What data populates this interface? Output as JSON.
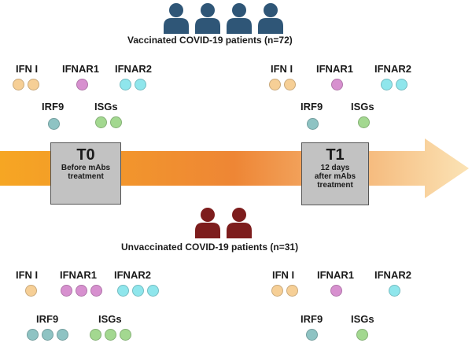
{
  "colors": {
    "vaccinated_icon": "#2f5677",
    "unvaccinated_icon": "#7d1d1d",
    "ifn_i": "#f6cf96",
    "ifnar1": "#d790cf",
    "ifnar2": "#8fe6ec",
    "irf9": "#8ec3c3",
    "isgs": "#a3d890",
    "timepoint_box": "#c2c2c2"
  },
  "vaccinated": {
    "title": "Vaccinated COVID-19 patients (n=72)",
    "icon": "person-icon",
    "icon_count": 4,
    "t0": {
      "ifn_i": {
        "label": "IFN I",
        "count": 2
      },
      "ifnar1": {
        "label": "IFNAR1",
        "count": 1
      },
      "ifnar2": {
        "label": "IFNAR2",
        "count": 2
      },
      "irf9": {
        "label": "IRF9",
        "count": 1
      },
      "isgs": {
        "label": "ISGs",
        "count": 2
      }
    },
    "t1": {
      "ifn_i": {
        "label": "IFN I",
        "count": 2
      },
      "ifnar1": {
        "label": "IFNAR1",
        "count": 1
      },
      "ifnar2": {
        "label": "IFNAR2",
        "count": 2
      },
      "irf9": {
        "label": "IRF9",
        "count": 1
      },
      "isgs": {
        "label": "ISGs",
        "count": 1
      }
    }
  },
  "timeline": {
    "t0": {
      "label": "T0",
      "desc_line1": "Before mAbs",
      "desc_line2": "treatment"
    },
    "t1": {
      "label": "T1",
      "desc_line1": "12 days",
      "desc_line2": "after mAbs",
      "desc_line3": "treatment"
    }
  },
  "unvaccinated": {
    "title": "Unvaccinated COVID-19 patients (n=31)",
    "icon": "person-icon",
    "icon_count": 2,
    "t0": {
      "ifn_i": {
        "label": "IFN I",
        "count": 1
      },
      "ifnar1": {
        "label": "IFNAR1",
        "count": 3
      },
      "ifnar2": {
        "label": "IFNAR2",
        "count": 3
      },
      "irf9": {
        "label": "IRF9",
        "count": 3
      },
      "isgs": {
        "label": "ISGs",
        "count": 3
      }
    },
    "t1": {
      "ifn_i": {
        "label": "IFN I",
        "count": 2
      },
      "ifnar1": {
        "label": "IFNAR1",
        "count": 1
      },
      "ifnar2": {
        "label": "IFNAR2",
        "count": 1
      },
      "irf9": {
        "label": "IRF9",
        "count": 1
      },
      "isgs": {
        "label": "ISGs",
        "count": 1
      }
    }
  }
}
